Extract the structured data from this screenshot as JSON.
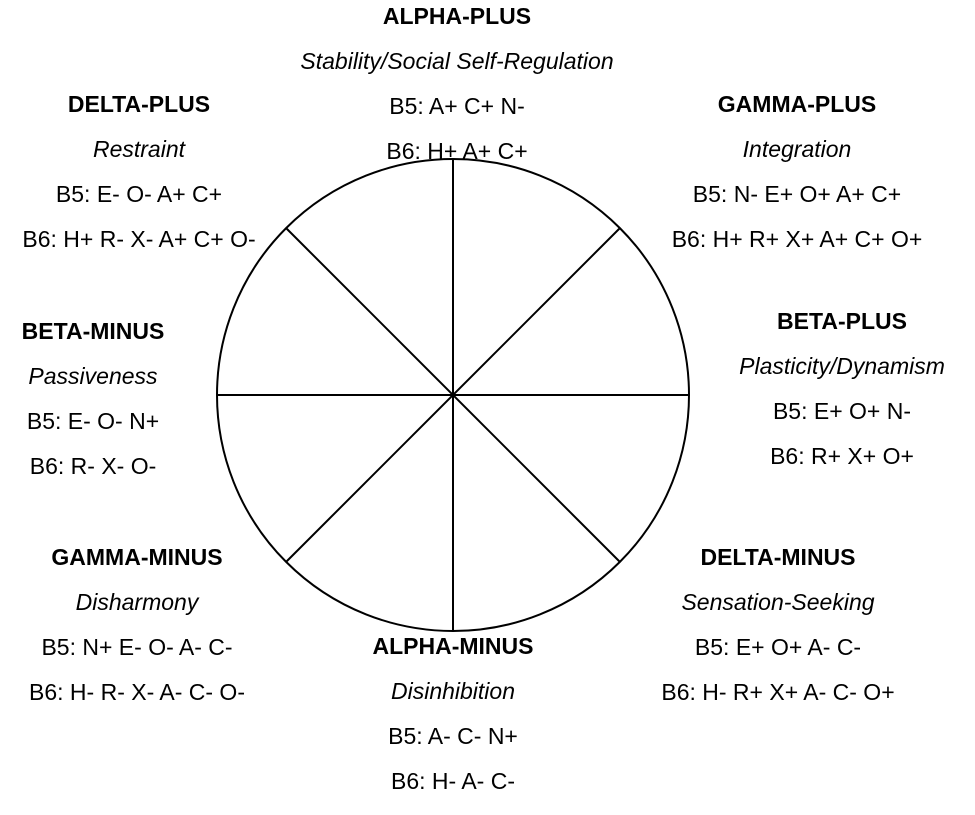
{
  "diagram": {
    "stroke_color": "#000000",
    "sectors": [
      {
        "name": "ALPHA-PLUS",
        "description": "Stability/Social Self-Regulation",
        "b5": "B5: A+ C+ N-",
        "b6": "B6: H+ A+ C+"
      },
      {
        "name": "GAMMA-PLUS",
        "description": "Integration",
        "b5": "B5: N- E+ O+ A+ C+",
        "b6": "B6: H+ R+ X+ A+ C+ O+"
      },
      {
        "name": "BETA-PLUS",
        "description": "Plasticity/Dynamism",
        "b5": "B5: E+ O+ N-",
        "b6": "B6: R+ X+ O+"
      },
      {
        "name": "DELTA-MINUS",
        "description": "Sensation-Seeking",
        "b5": "B5: E+ O+ A- C-",
        "b6": "B6: H- R+ X+ A- C- O+"
      },
      {
        "name": "ALPHA-MINUS",
        "description": "Disinhibition",
        "b5": "B5: A- C- N+",
        "b6": "B6: H- A- C-"
      },
      {
        "name": "GAMMA-MINUS",
        "description": "Disharmony",
        "b5": "B5: N+ E- O- A- C-",
        "b6": "B6: H- R- X- A- C- O-"
      },
      {
        "name": "BETA-MINUS",
        "description": "Passiveness",
        "b5": "B5: E- O- N+",
        "b6": "B6: R- X- O-"
      },
      {
        "name": "DELTA-PLUS",
        "description": "Restraint",
        "b5": "B5: E- O- A+ C+",
        "b6": "B6: H+ R- X- A+ C+ O-"
      }
    ]
  }
}
